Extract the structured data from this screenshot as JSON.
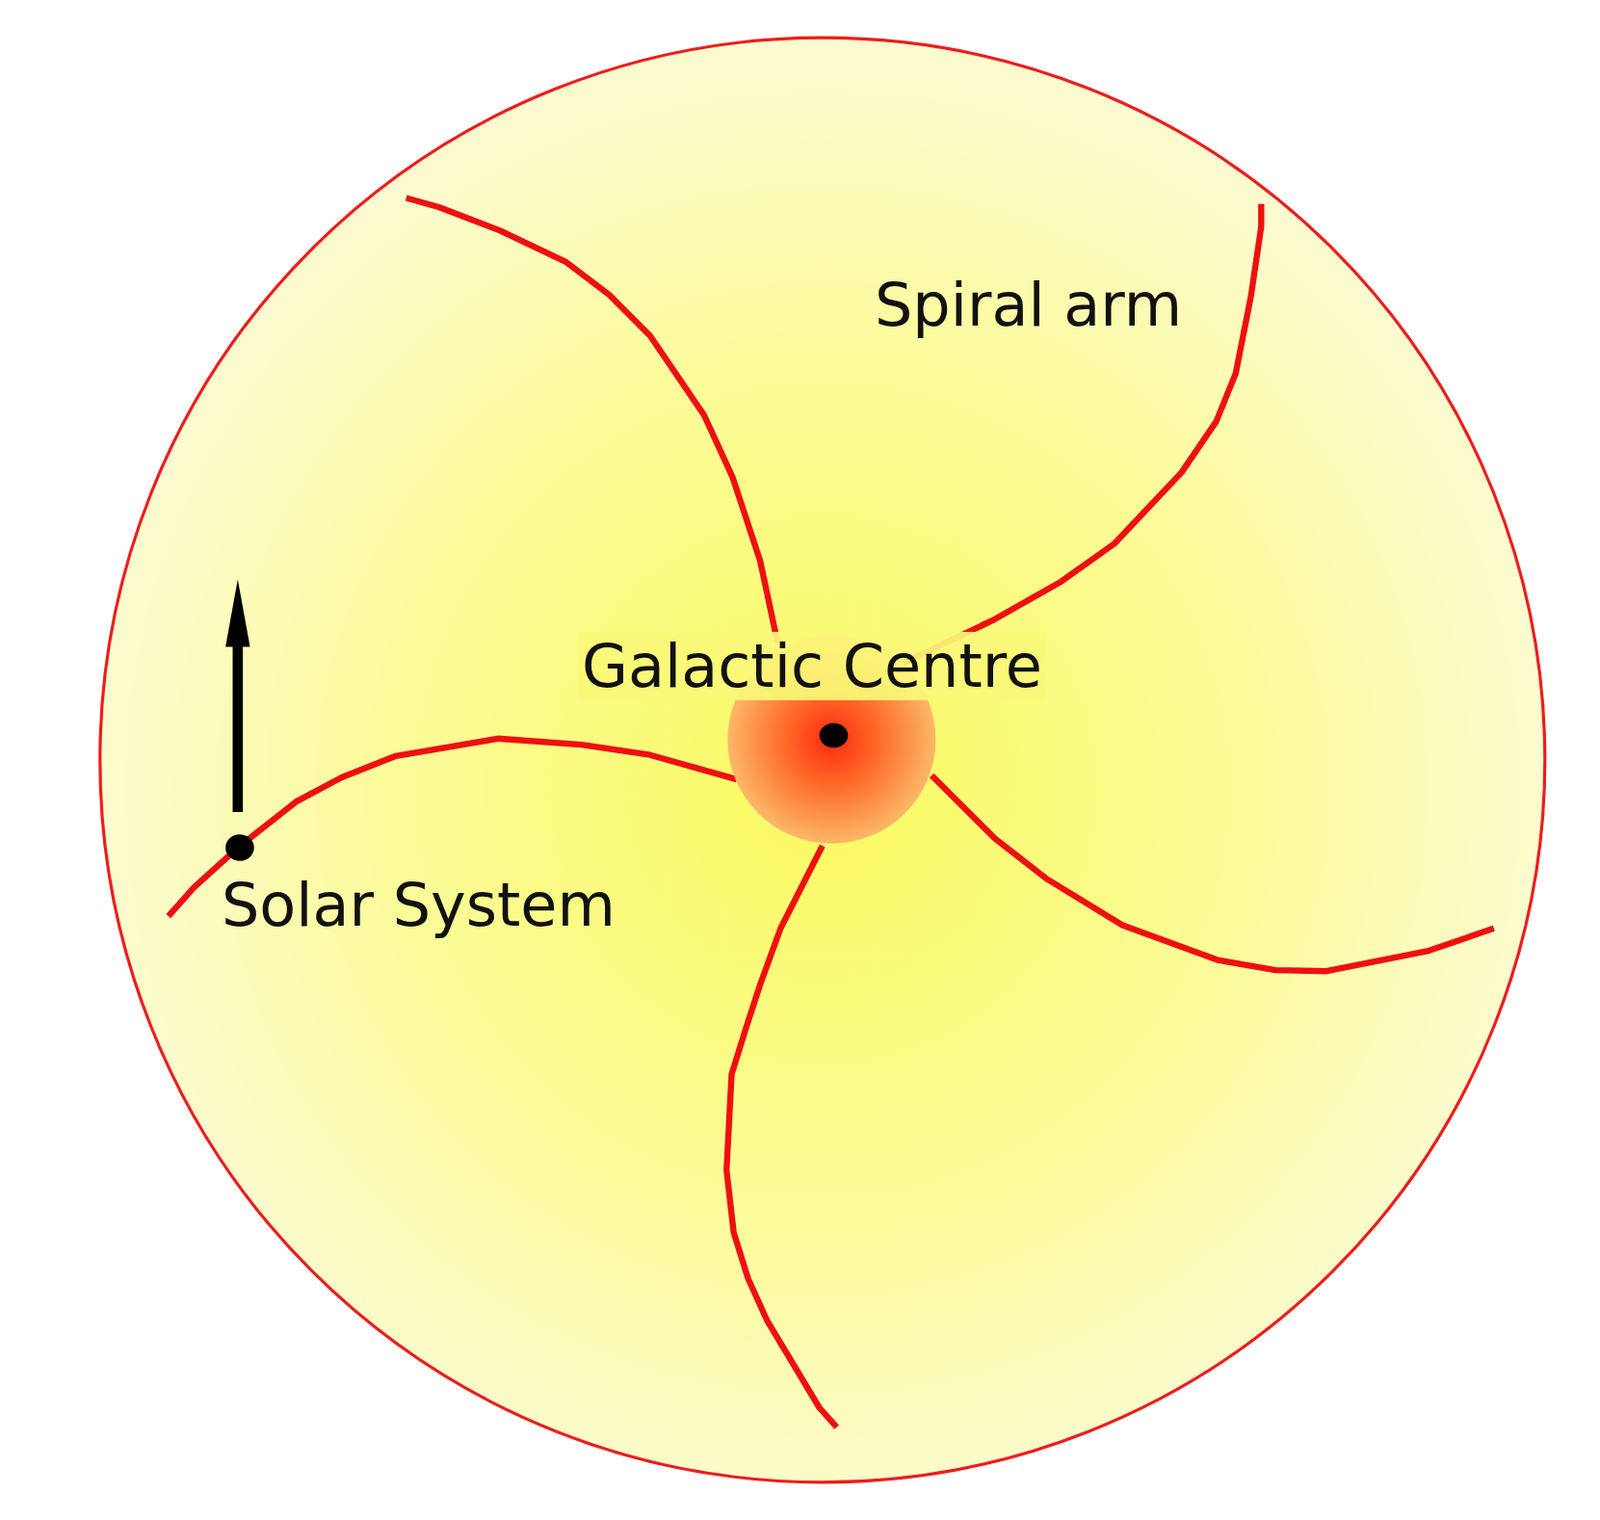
{
  "diagram": {
    "labels": [
      "Spiral arm",
      "Galactic Centre",
      "Solar System"
    ]
  }
}
